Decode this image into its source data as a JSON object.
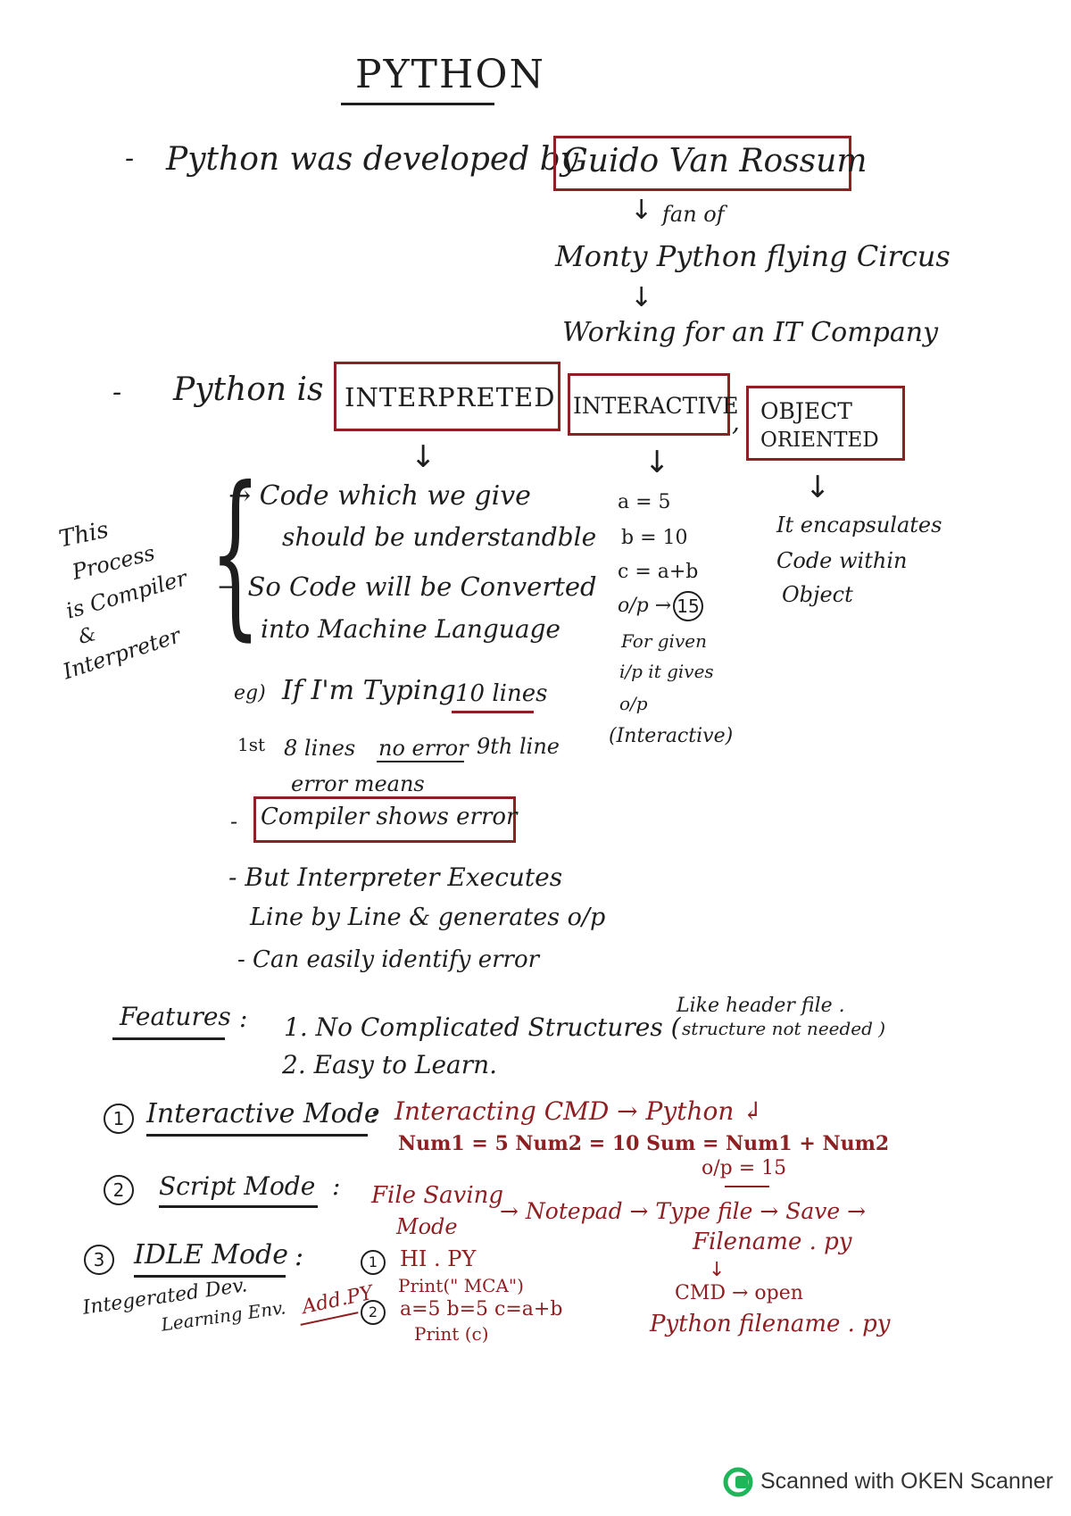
{
  "title": "PYTHON",
  "intro": {
    "dash": "-",
    "text": "Python was developed by",
    "creator": "Guido Van Rossum",
    "fan_of": "fan of",
    "monty": "Monty Python flying Circus",
    "working": "Working for an IT Company"
  },
  "python_is": {
    "dash": "-",
    "text": "Python is",
    "interpreted": "INTERPRETED",
    "interactive": "INTERACTIVE",
    "comma": ",",
    "object_line1": "OBJECT",
    "object_line2": "ORIENTED"
  },
  "interpreted_notes": {
    "point1_line1": "→ Code which we give",
    "point1_line2": "should be understandble",
    "point2_line1": "→ So Code will be Converted",
    "point2_line2": "into Machine Language",
    "side_label": [
      "This",
      "Process",
      "is Compiler",
      "&",
      "Interpreter"
    ],
    "eg_prefix": "eg)",
    "eg_text": "If I'm Typing",
    "eg_lines": "10 lines",
    "first_prefix": "1st",
    "first_text_a": "8 lines",
    "first_text_b": "no error",
    "first_text_c": "9th line",
    "error_means": "error means",
    "compiler_dash": "-",
    "compiler": "Compiler shows error",
    "but_line1": "- But Interpreter Executes",
    "but_line2": "Line by Line & generates o/p",
    "identify": "- Can easily identify error"
  },
  "interactive_notes": {
    "lines": [
      "a = 5",
      "b = 10",
      "c = a+b",
      "o/p →",
      "For given",
      "i/p it gives",
      "o/p",
      "(Interactive)"
    ],
    "result": "15"
  },
  "object_notes": {
    "lines": [
      "It encapsulates",
      "Code within",
      "Object"
    ]
  },
  "features": {
    "label": "Features",
    "colon": ":",
    "item1": "1. No Complicated Structures (",
    "item1_note_line1": "Like header file .",
    "item1_note_line2": "structure not needed )",
    "item2": "2. Easy to Learn."
  },
  "modes": {
    "interactive": {
      "num": "1",
      "label": "Interactive Mode",
      "colon": ":",
      "line1": "Interacting CMD → Python ↲",
      "line2": "Num1 = 5   Num2 = 10   Sum = Num1 + Num2",
      "line3": "o/p = 15"
    },
    "script": {
      "num": "2",
      "label": "Script Mode",
      "colon": ":",
      "file_saving": "File Saving",
      "mode_word": "Mode",
      "flow": "→ Notepad → Type file → Save →",
      "filename": "Filename . py",
      "cmd": "CMD → open",
      "python_file": "Python filename . py"
    },
    "idle": {
      "num": "3",
      "label": "IDLE Mode",
      "colon": ":",
      "sub_line1": "Integerated Dev.",
      "sub_line2": "Learning Env.",
      "add_py": "Add.PY",
      "ex1_num": "1",
      "ex1_line1": "HI . PY",
      "ex1_line2": "Print(\" MCA\")",
      "ex2_num": "2",
      "ex2_line1": "a=5   b=5   c=a+b",
      "ex2_line2": "Print (c)"
    }
  },
  "footer": "Scanned with OKEN Scanner",
  "colors": {
    "ink": "#1e1e1e",
    "red_ink": "#8e1f22",
    "logo_green": "#1fb65a"
  }
}
